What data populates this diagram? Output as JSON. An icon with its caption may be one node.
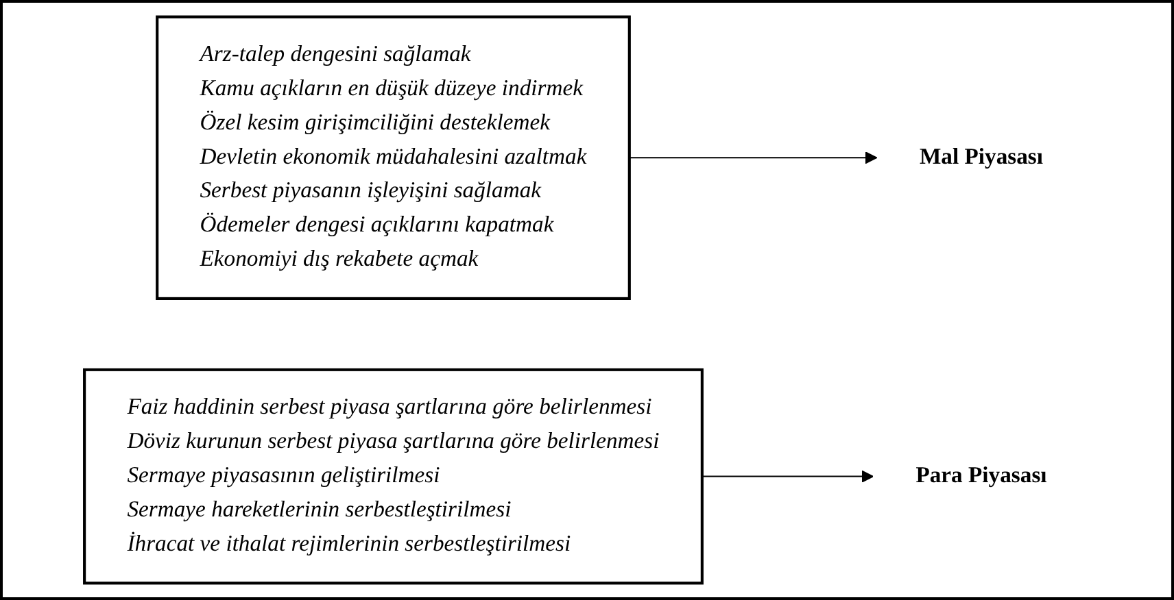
{
  "diagram": {
    "nodes": [
      {
        "text": [
          "Arz-talep dengesini sağlamak",
          "Kamu açıkların en düşük düzeye indirmek",
          "Özel kesim girişimciliğini desteklemek",
          "Devletin ekonomik müdahalesini azaltmak",
          "Serbest piyasanın işleyişini sağlamak",
          "Ödemeler dengesi açıklarını kapatmak",
          "Ekonomiyi dış rekabete açmak"
        ]
      },
      {
        "text": [
          "Mal Piyasası"
        ]
      },
      {
        "text": [
          "Faiz haddinin serbest piyasa şartlarına göre belirlenmesi",
          "Döviz kurunun serbest piyasa şartlarına göre belirlenmesi",
          "Sermaye piyasasının geliştirilmesi",
          "Sermaye hareketlerinin serbestleştirilmesi",
          "İhracat ve ithalat rejimlerinin serbestleştirilmesi"
        ]
      },
      {
        "text": [
          "Para Piyasası"
        ]
      }
    ],
    "edges": [
      {
        "from": 0,
        "to": 1,
        "arrow": "to"
      },
      {
        "from": 2,
        "to": 3,
        "arrow": "to"
      }
    ]
  }
}
